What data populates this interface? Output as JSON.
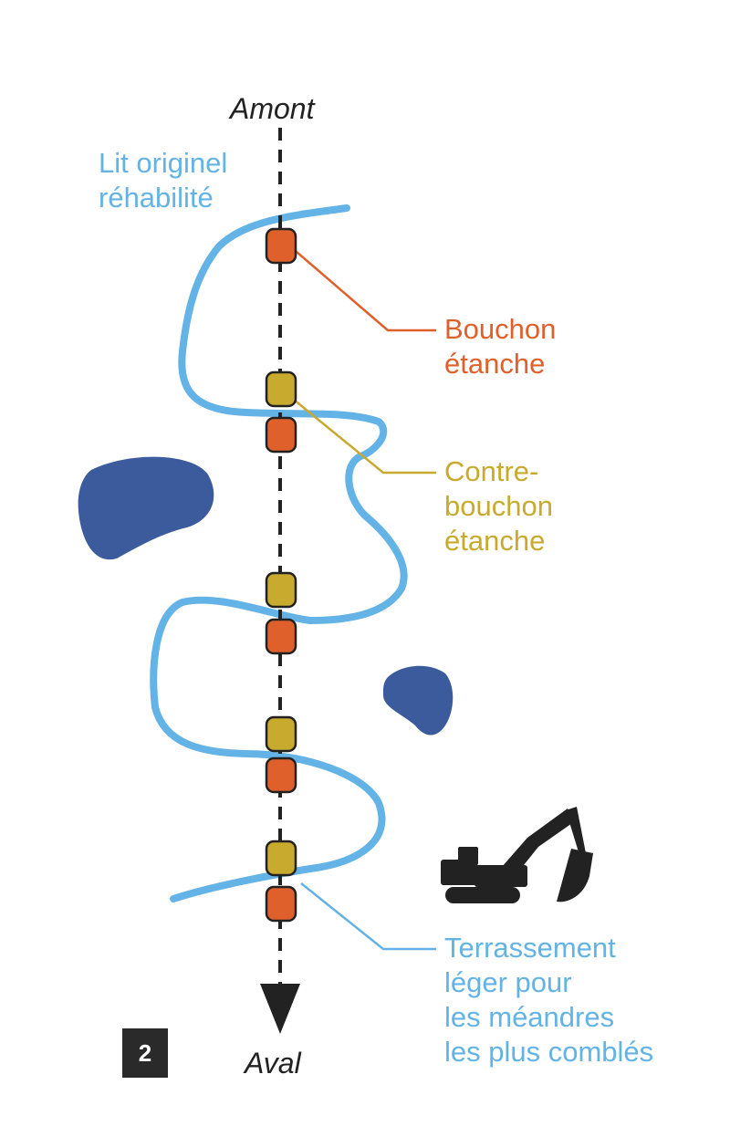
{
  "labels": {
    "upstream": "Amont",
    "downstream": "Aval",
    "original_bed": [
      "Lit originel",
      "réhabilité"
    ],
    "plug": [
      "Bouchon",
      "étanche"
    ],
    "counter_plug": [
      "Contre-",
      "bouchon",
      "étanche"
    ],
    "earthworks": [
      "Terrassement",
      "léger pour",
      "les méandres",
      "les plus comblés"
    ],
    "step_number": "2"
  },
  "icons": {
    "excavator": "excavator-icon",
    "axis_arrow": "arrow-down-icon"
  },
  "colors": {
    "river": "#63b3e6",
    "plug": "#e0602b",
    "counter_plug": "#c8aa2e",
    "pond": "#3b5b9c",
    "axis": "#222222",
    "badge": "#2a2a2a"
  }
}
